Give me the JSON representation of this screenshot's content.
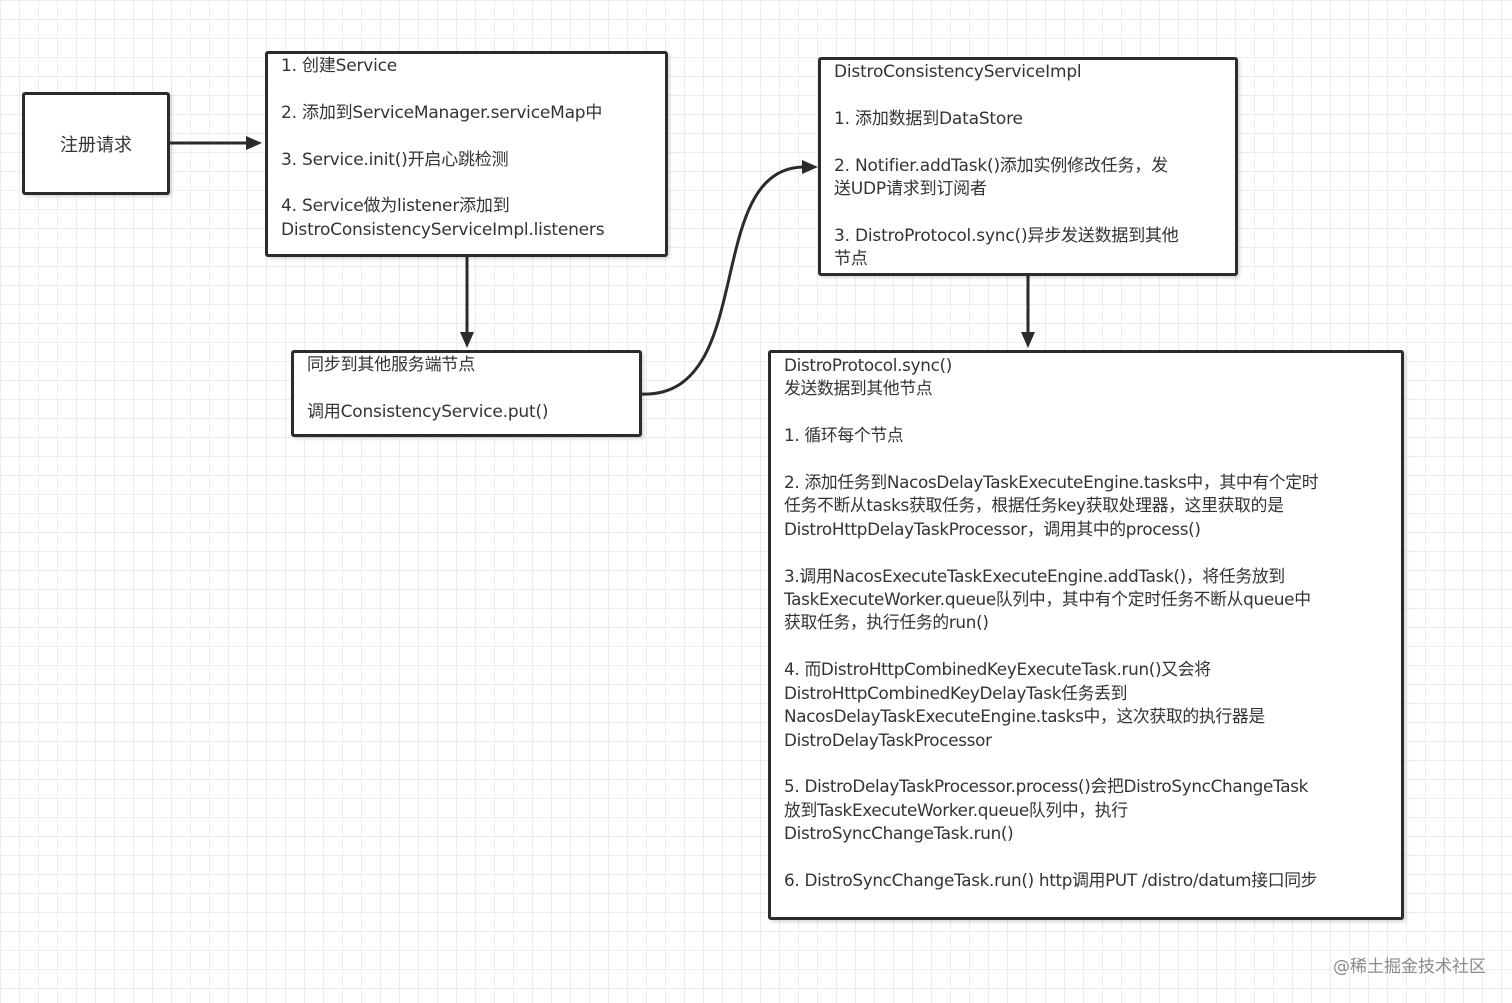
{
  "diagram": {
    "nodes": {
      "register": {
        "text": "注册请求"
      },
      "create_service": {
        "text": "1. 创建Service\n\n2. 添加到ServiceManager.serviceMap中\n\n3. Service.init()开启心跳检测\n\n4. Service做为listener添加到\nDistroConsistencyServiceImpl.listeners"
      },
      "sync_nodes": {
        "text": "同步到其他服务端节点\n\n调用ConsistencyService.put()"
      },
      "distro_impl": {
        "text": "DistroConsistencyServiceImpl\n\n1. 添加数据到DataStore\n\n2. Notifier.addTask()添加实例修改任务，发\n送UDP请求到订阅者\n\n3. DistroProtocol.sync()异步发送数据到其他\n节点"
      },
      "distro_sync": {
        "text": "DistroProtocol.sync()\n发送数据到其他节点\n\n1. 循环每个节点\n\n2. 添加任务到NacosDelayTaskExecuteEngine.tasks中，其中有个定时\n任务不断从tasks获取任务，根据任务key获取处理器，这里获取的是\nDistroHttpDelayTaskProcessor，调用其中的process()\n\n3.调用NacosExecuteTaskExecuteEngine.addTask()，将任务放到\nTaskExecuteWorker.queue队列中，其中有个定时任务不断从queue中\n获取任务，执行任务的run()\n\n4. 而DistroHttpCombinedKeyExecuteTask.run()又会将\nDistroHttpCombinedKeyDelayTask任务丢到\nNacosDelayTaskExecuteEngine.tasks中，这次获取的执行器是\nDistroDelayTaskProcessor\n\n5. DistroDelayTaskProcessor.process()会把DistroSyncChangeTask\n放到TaskExecuteWorker.queue队列中，执行\nDistroSyncChangeTask.run()\n\n6. DistroSyncChangeTask.run() http调用PUT /distro/datum接口同步"
      }
    },
    "edges": [
      {
        "from": "register",
        "to": "create_service"
      },
      {
        "from": "create_service",
        "to": "sync_nodes"
      },
      {
        "from": "sync_nodes",
        "to": "distro_impl"
      },
      {
        "from": "distro_impl",
        "to": "distro_sync"
      }
    ]
  },
  "watermark": "@稀土掘金技术社区",
  "colors": {
    "border": "#2b2b2b",
    "text": "#333333",
    "grid": "#ececec",
    "watermark": "#8a8a8a"
  }
}
